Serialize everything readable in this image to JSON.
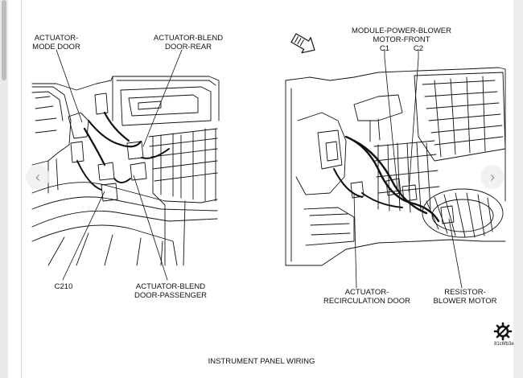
{
  "left_figure": {
    "labels": {
      "actuator_mode_door": [
        "ACTUATOR-",
        "MODE DOOR"
      ],
      "actuator_blend_door_rear": [
        "ACTUATOR-BLEND",
        "DOOR-REAR"
      ],
      "c210": "C210",
      "actuator_blend_door_passenger": [
        "ACTUATOR-BLEND",
        "DOOR-PASSENGER"
      ]
    }
  },
  "right_figure": {
    "labels": {
      "module_power_blower": [
        "MODULE-POWER-BLOWER",
        "MOTOR-FRONT"
      ],
      "c1": "C1",
      "c2": "C2",
      "actuator_recirculation": [
        "ACTUATOR-",
        "RECIRCULATION DOOR"
      ],
      "resistor_blower_motor": [
        "RESISTOR-",
        "BLOWER MOTOR"
      ]
    }
  },
  "caption": "INSTRUMENT PANEL WIRING",
  "figure_id": "81c6fb3e",
  "icons": {
    "orientation": "arrow-icon",
    "logo": "gear-logo-icon",
    "prev": "chevron-left-icon",
    "next": "chevron-right-icon"
  },
  "nav": {
    "prev": "‹",
    "next": "›"
  }
}
